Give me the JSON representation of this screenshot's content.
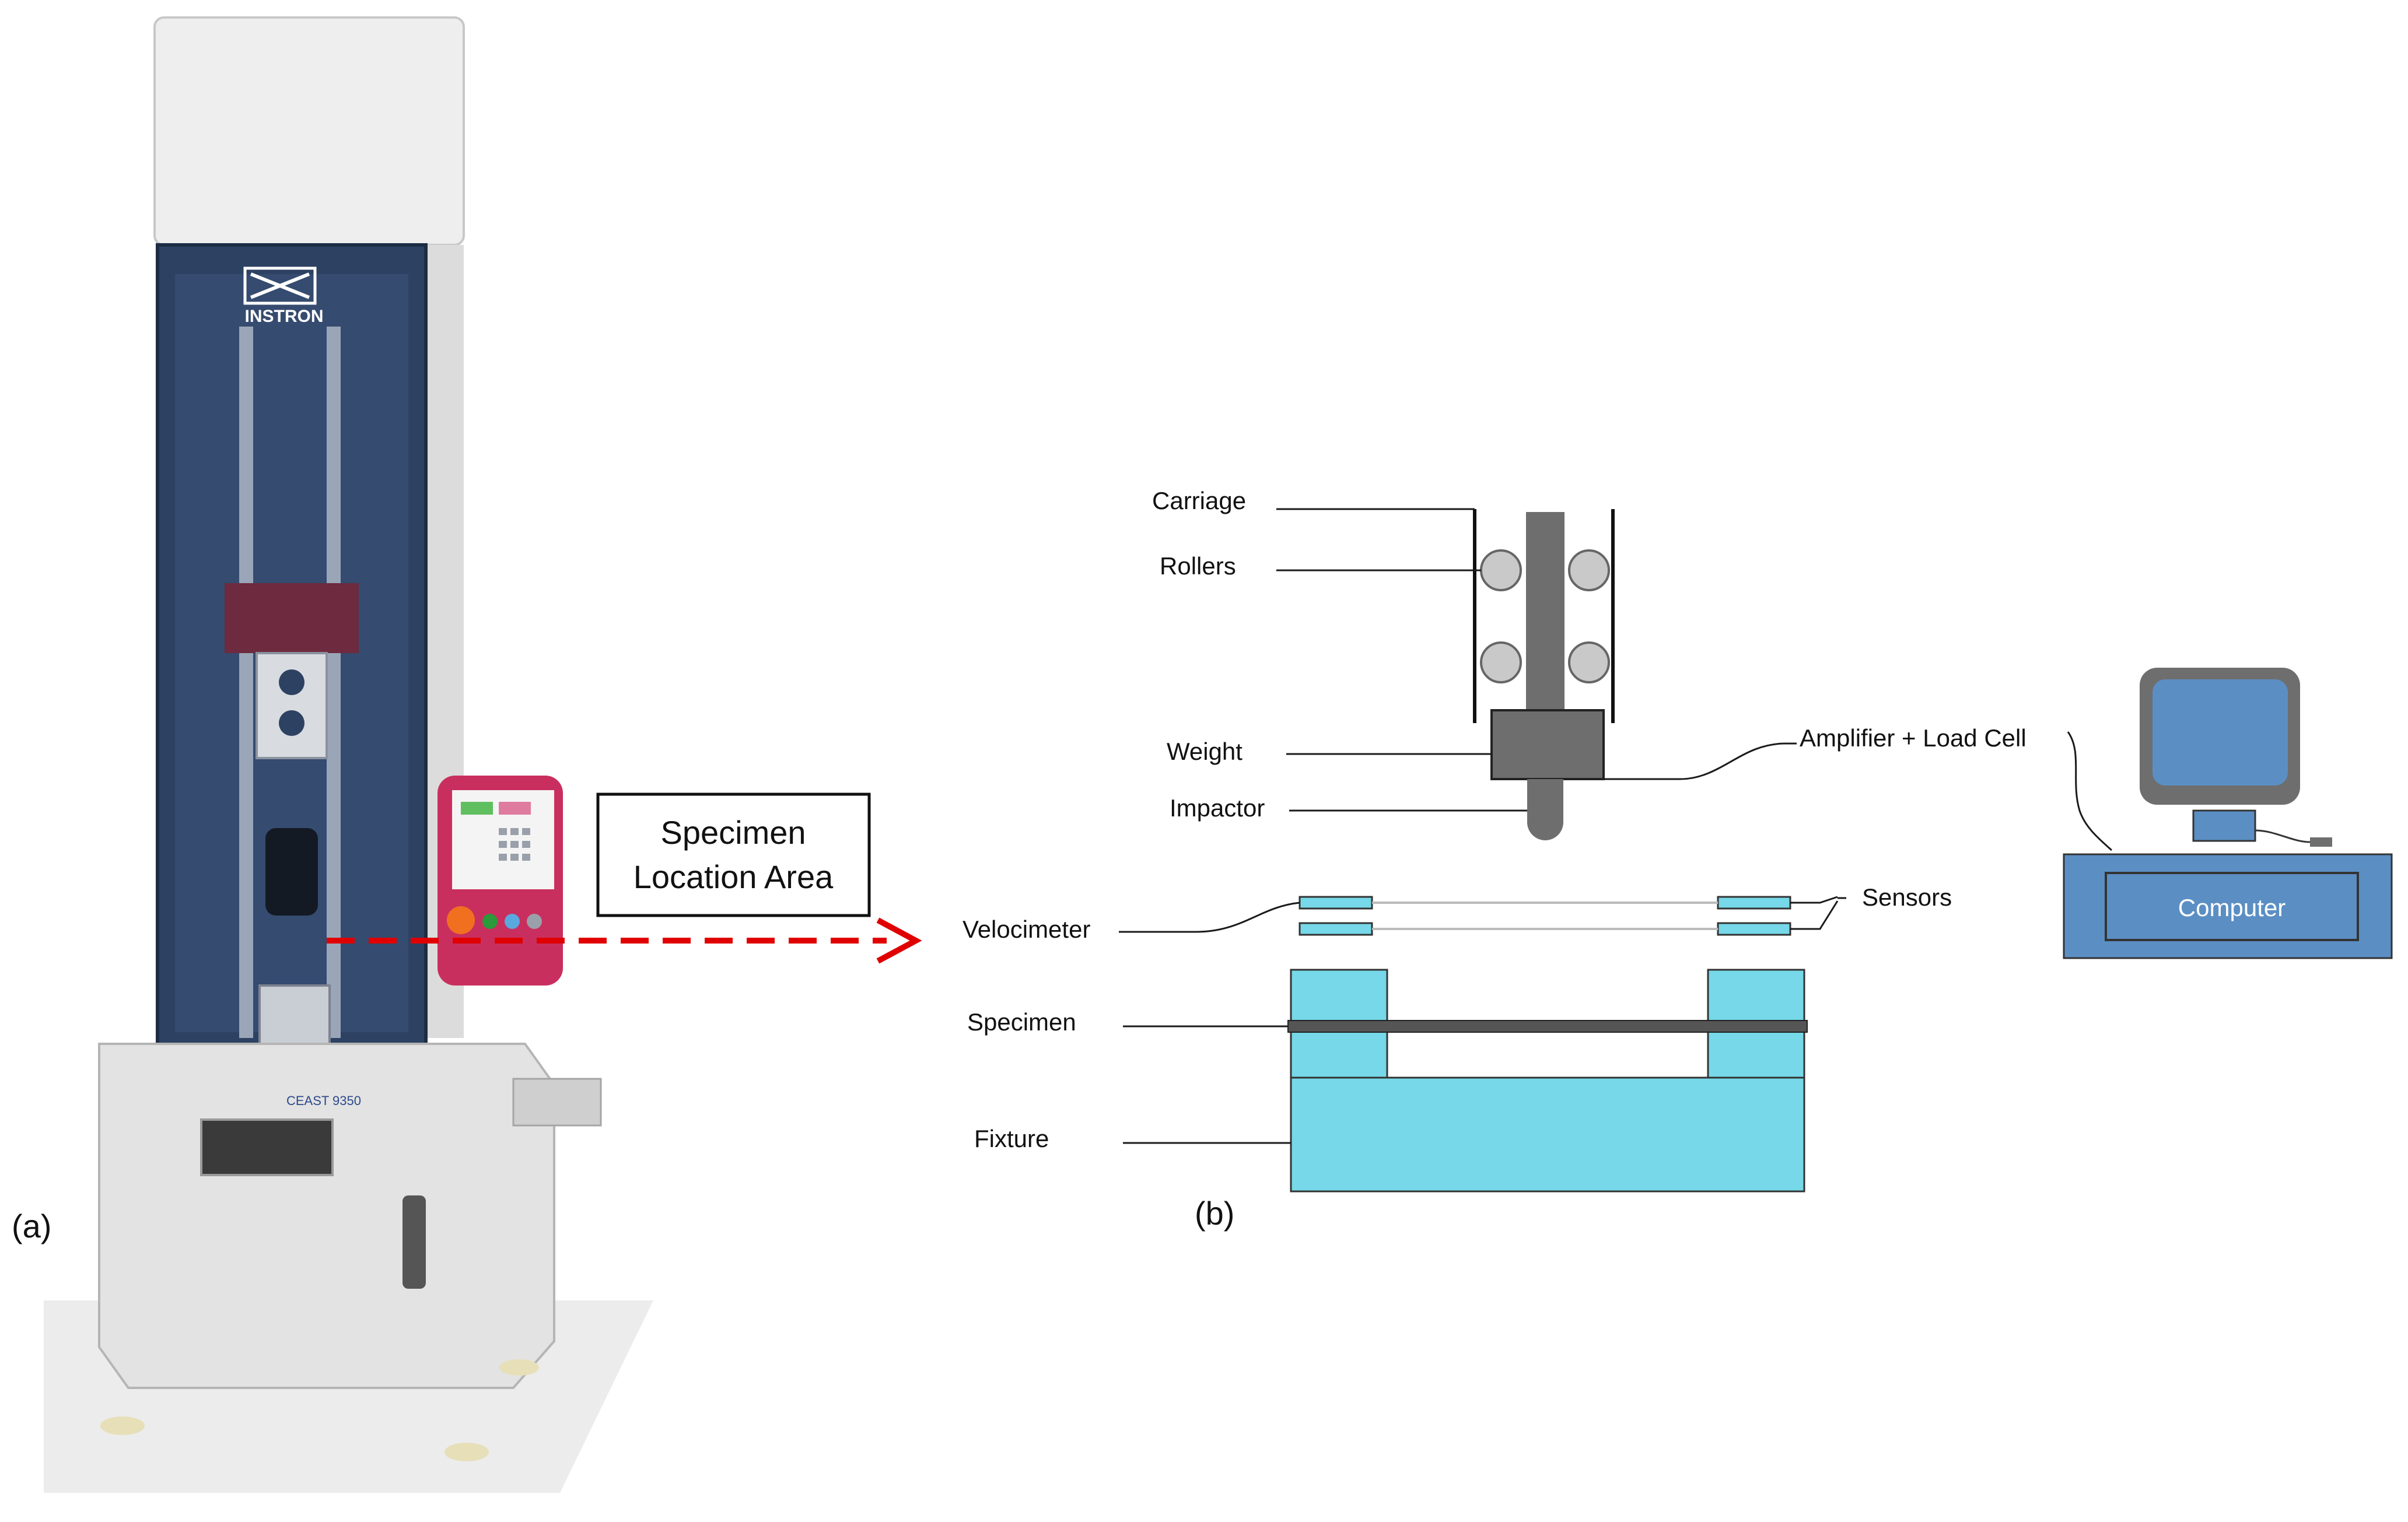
{
  "panel_a": {
    "label": "(a)",
    "brand_text": "INSTRON",
    "model_text": "CEAST 9350",
    "callout": {
      "line1": "Specimen",
      "line2": "Location Area"
    }
  },
  "panel_b": {
    "label": "(b)",
    "labels": {
      "carriage": "Carriage",
      "rollers": "Rollers",
      "weight": "Weight",
      "impactor": "Impactor",
      "velocimeter": "Velocimeter",
      "specimen": "Specimen",
      "fixture": "Fixture",
      "amplifier": "Amplifier + Load Cell",
      "sensors": "Sensors",
      "computer": "Computer"
    }
  },
  "colors": {
    "callout_arrow": "#e00000",
    "fixture": "#76d8e8",
    "computer_blue": "#5b8fc4",
    "weight_gray": "#6e6e6e",
    "machine_panel": "#2d4262"
  }
}
